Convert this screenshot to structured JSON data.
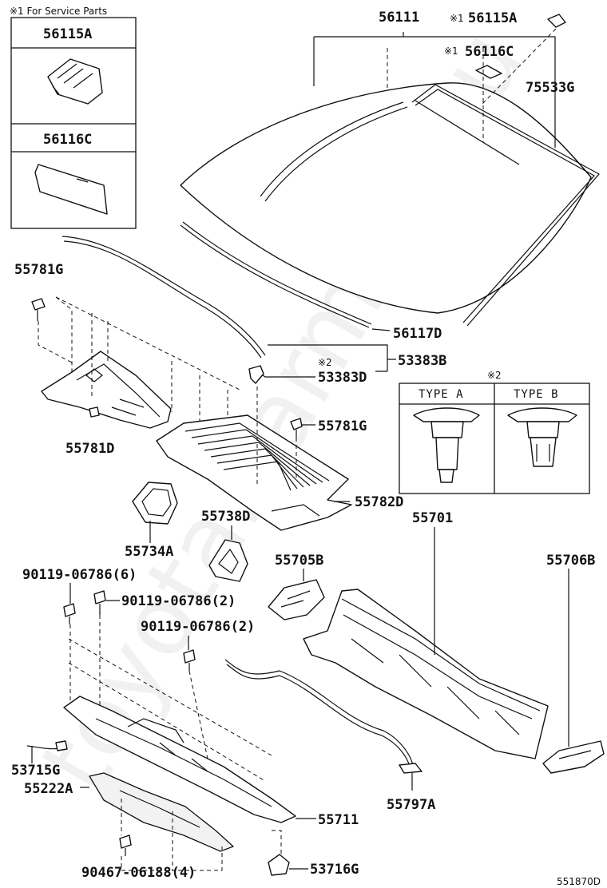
{
  "diagram": {
    "service_note": "※1 For Service Parts",
    "diagram_id": "551870D",
    "watermark": "toyota.carmine.ru",
    "service_box": {
      "item1": "56115A",
      "item2": "56116C"
    },
    "type_box": {
      "note": "※2",
      "type_a": "TYPE A",
      "type_b": "TYPE B"
    },
    "notes": {
      "n1a": "※1",
      "n1b": "※1",
      "n2": "※2"
    },
    "parts": {
      "p56111": "56111",
      "p56115A": "56115A",
      "p56116C": "56116C",
      "p75533G": "75533G",
      "p56117D": "56117D",
      "p53383B": "53383B",
      "p53383D": "53383D",
      "p55781G_top": "55781G",
      "p55781G_mid": "55781G",
      "p55781D": "55781D",
      "p55782D": "55782D",
      "p55738D": "55738D",
      "p55734A": "55734A",
      "p55701": "55701",
      "p55705B": "55705B",
      "p55706B": "55706B",
      "p90119_6": "90119-06786(6)",
      "p90119_2a": "90119-06786(2)",
      "p90119_2b": "90119-06786(2)",
      "p53715G": "53715G",
      "p55222A": "55222A",
      "p55711": "55711",
      "p55797A": "55797A",
      "p90467": "90467-06188(4)",
      "p53716G": "53716G"
    }
  }
}
